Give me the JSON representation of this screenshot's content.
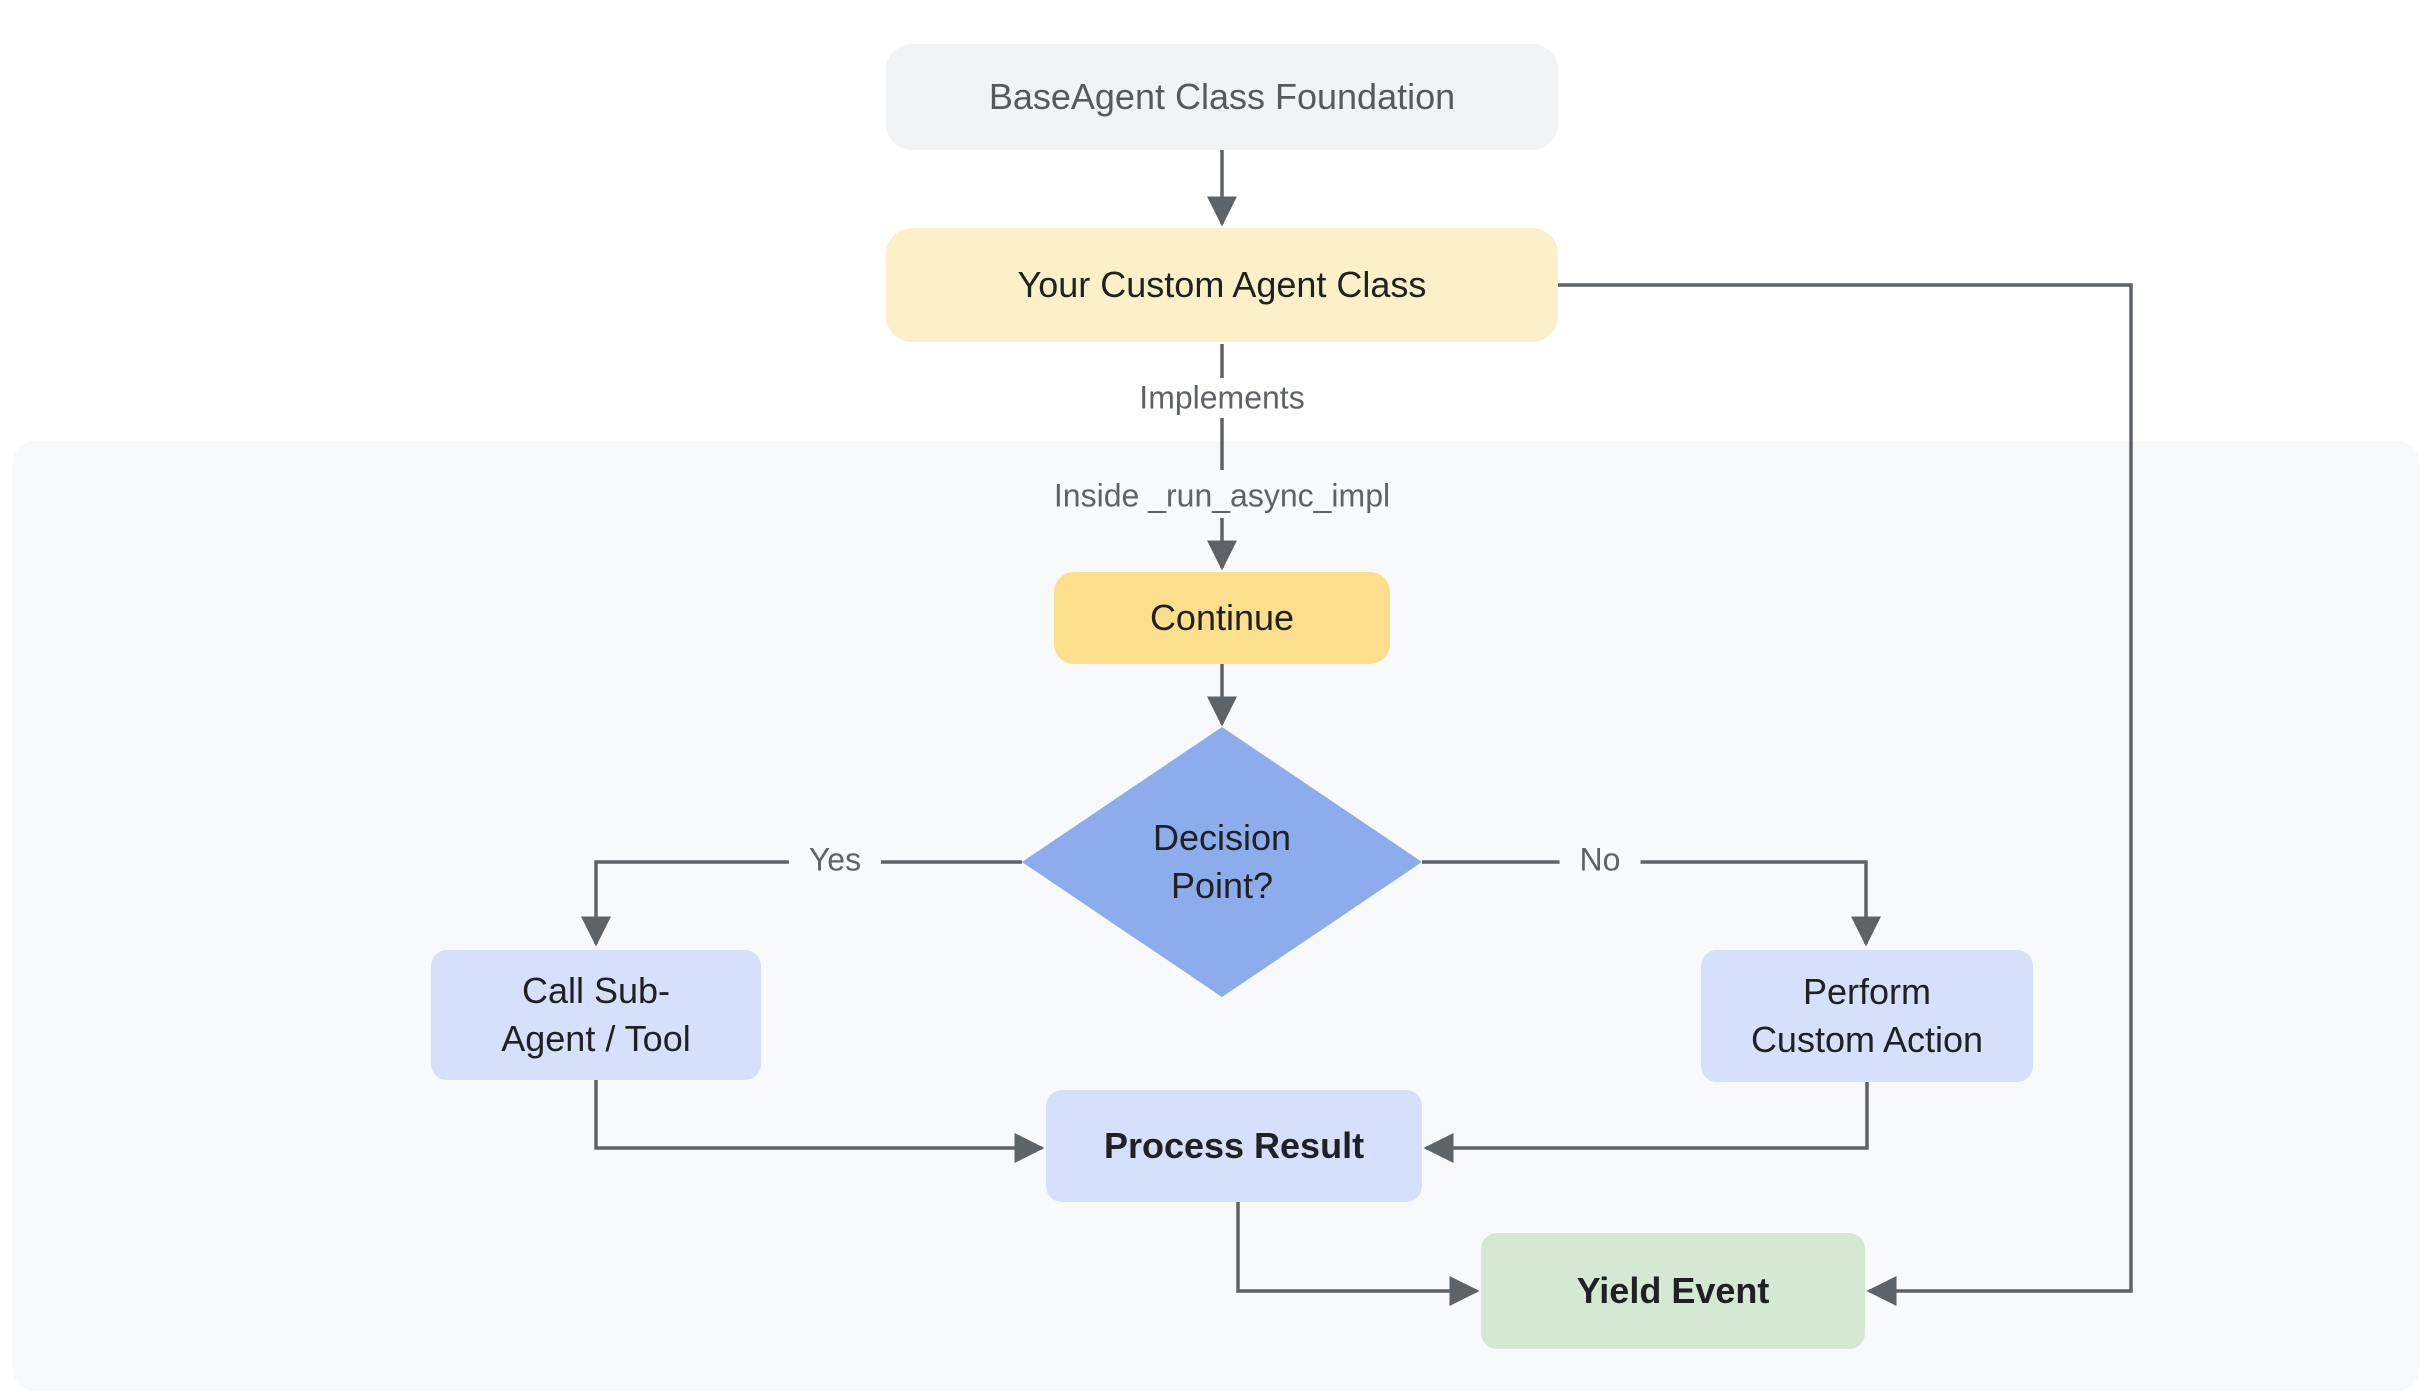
{
  "diagram": {
    "title": "BaseAgent custom agent flowchart",
    "nodes": {
      "foundation": {
        "label": "BaseAgent Class Foundation"
      },
      "custom_agent": {
        "label": "Your Custom Agent Class"
      },
      "continue_step": {
        "label": "Continue"
      },
      "decision": {
        "label": "Decision\nPoint?"
      },
      "call_subagent": {
        "label": "Call Sub-\nAgent / Tool"
      },
      "perform_action": {
        "label": "Perform\nCustom Action"
      },
      "process_result": {
        "label": "Process Result"
      },
      "yield_event": {
        "label": "Yield Event"
      }
    },
    "edge_labels": {
      "implements": "Implements",
      "inside_impl": "Inside _run_async_impl",
      "yes": "Yes",
      "no": "No"
    },
    "colors": {
      "background": "#FFFFFF",
      "panel_fill": "#F8F9FA",
      "foundation_fill": "#F1F3F4",
      "foundation_text": "#555A5F",
      "custom_agent_fill": "#FBF0C7",
      "continue_fill": "#FBDF8D",
      "decision_fill": "#8CACEC",
      "action_fill": "#D6E0FB",
      "yield_fill": "#D5E8D4",
      "node_text": "#202124",
      "edge_line": "#5E6368",
      "edge_label_text": "#5F6368"
    }
  }
}
